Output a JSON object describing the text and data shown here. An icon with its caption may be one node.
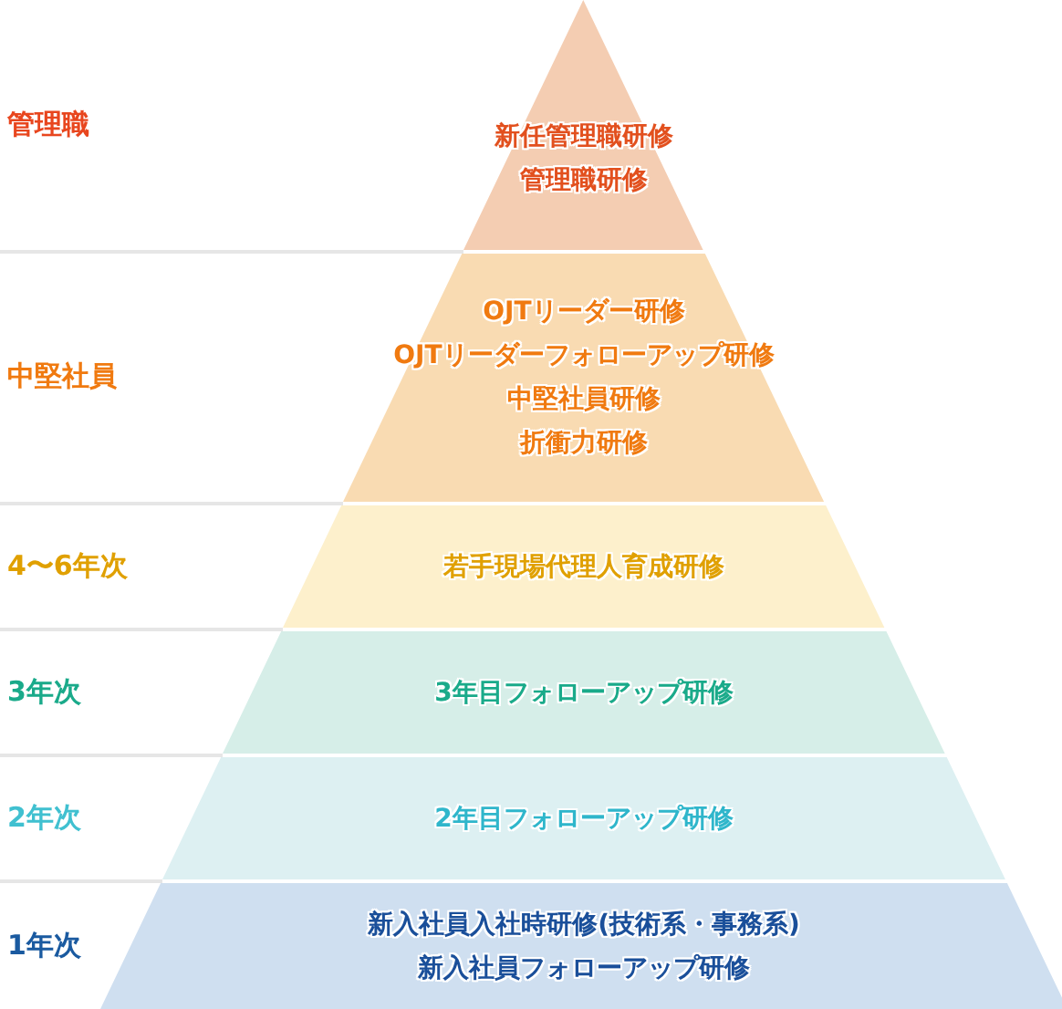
{
  "diagram": {
    "nodes": [
      {
        "text": [
          "新任管理職研修",
          "管理職研修"
        ]
      },
      {
        "text": [
          "OJTリーダー研修",
          "OJTリーダーフォローアップ研修",
          "中堅社員研修",
          "折衝力研修"
        ]
      },
      {
        "text": [
          "若手現場代理人育成研修"
        ]
      },
      {
        "text": [
          "3年目フォローアップ研修"
        ]
      },
      {
        "text": [
          "2年目フォローアップ研修"
        ]
      },
      {
        "text": [
          "新入社員入社時研修(技術系・事務系)",
          "新入社員フォローアップ研修"
        ]
      }
    ],
    "labels": [
      "管理職",
      "中堅社員",
      "4〜6年次",
      "3年次",
      "2年次",
      "1年次"
    ]
  }
}
